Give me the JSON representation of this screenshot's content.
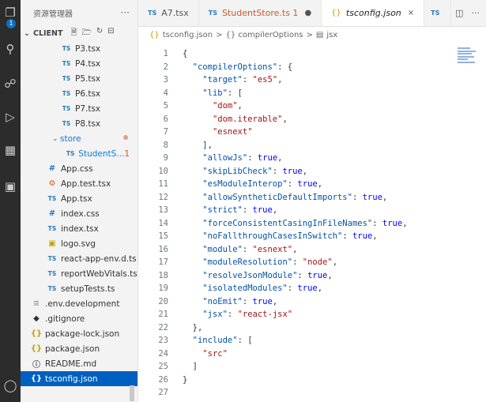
{
  "activity_bar": {
    "badge": "1"
  },
  "explorer": {
    "title": "资源管理器",
    "more": "···",
    "section": "CLIENT",
    "items": [
      {
        "label": "P3.tsx",
        "icon": "TS"
      },
      {
        "label": "P4.tsx",
        "icon": "TS"
      },
      {
        "label": "P5.tsx",
        "icon": "TS"
      },
      {
        "label": "P6.tsx",
        "icon": "TS"
      },
      {
        "label": "P7.tsx",
        "icon": "TS"
      },
      {
        "label": "P8.tsx",
        "icon": "TS"
      },
      {
        "label": "store",
        "icon": "folder"
      },
      {
        "label": "StudentS...",
        "icon": "TS",
        "count": "1"
      },
      {
        "label": "App.css",
        "icon": "#"
      },
      {
        "label": "App.test.tsx",
        "icon": "test"
      },
      {
        "label": "App.tsx",
        "icon": "TS"
      },
      {
        "label": "index.css",
        "icon": "#"
      },
      {
        "label": "index.tsx",
        "icon": "TS"
      },
      {
        "label": "logo.svg",
        "icon": "svg"
      },
      {
        "label": "react-app-env.d.ts",
        "icon": "TS"
      },
      {
        "label": "reportWebVitals.ts",
        "icon": "TS"
      },
      {
        "label": "setupTests.ts",
        "icon": "TS"
      },
      {
        "label": ".env.development",
        "icon": "env"
      },
      {
        "label": ".gitignore",
        "icon": "git"
      },
      {
        "label": "package-lock.json",
        "icon": "{}"
      },
      {
        "label": "package.json",
        "icon": "{}"
      },
      {
        "label": "README.md",
        "icon": "info"
      },
      {
        "label": "tsconfig.json",
        "icon": "{}"
      }
    ]
  },
  "tabs": [
    {
      "label": "A7.tsx",
      "icon": "TS"
    },
    {
      "label": "StudentStore.ts 1",
      "icon": "TS",
      "modified": "●"
    },
    {
      "label": "tsconfig.json",
      "icon": "{}",
      "close": "×"
    },
    {
      "label": "",
      "icon": "TS"
    }
  ],
  "breadcrumb": {
    "file": "tsconfig.json",
    "sep1": ">",
    "obj": "{} compilerOptions",
    "sep2": ">",
    "key": "jsx"
  },
  "code_lines": [
    "{",
    "  \"compilerOptions\": {",
    "    \"target\": \"es5\",",
    "    \"lib\": [",
    "      \"dom\",",
    "      \"dom.iterable\",",
    "      \"esnext\"",
    "    ],",
    "    \"allowJs\": true,",
    "    \"skipLibCheck\": true,",
    "    \"esModuleInterop\": true,",
    "    \"allowSyntheticDefaultImports\": true,",
    "    \"strict\": true,",
    "    \"forceConsistentCasingInFileNames\": true,",
    "    \"noFallthroughCasesInSwitch\": true,",
    "    \"module\": \"esnext\",",
    "    \"moduleResolution\": \"node\",",
    "    \"resolveJsonModule\": true,",
    "    \"isolatedModules\": true,",
    "    \"noEmit\": true,",
    "    \"jsx\": \"react-jsx\"",
    "  },",
    "  \"include\": [",
    "    \"src\"",
    "  ]",
    "}",
    ""
  ],
  "colors": {
    "accent": "#0060c0",
    "key": "#0451a5",
    "string": "#a31515",
    "keyword": "#0000ff"
  }
}
